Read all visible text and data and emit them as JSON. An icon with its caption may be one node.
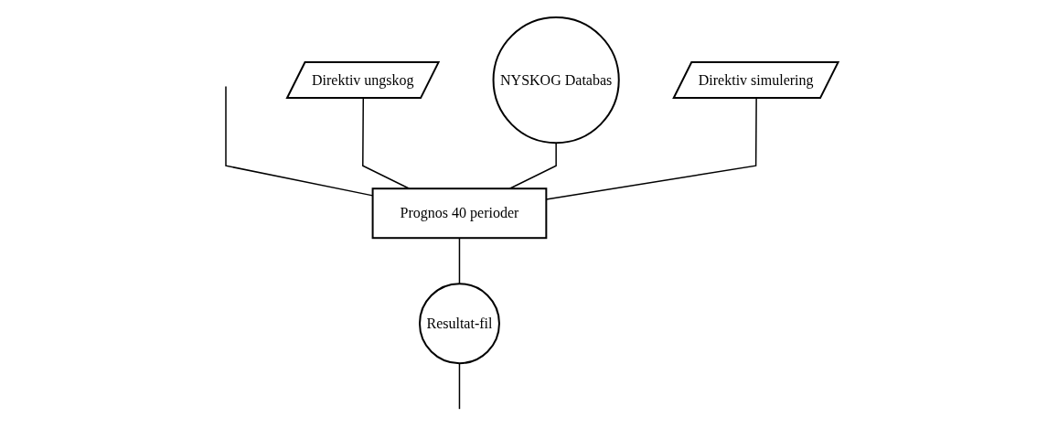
{
  "diagram": {
    "nodes": [
      {
        "text": [
          "Direktiv ungskog"
        ]
      },
      {
        "text": [
          "NYSKOG Databas"
        ]
      },
      {
        "text": [
          "Direktiv simulering"
        ]
      },
      {
        "text": [
          "Prognos 40 perioder"
        ]
      },
      {
        "text": [
          "Resultat-fil"
        ]
      }
    ],
    "edges": [
      {
        "from": null,
        "to": 3,
        "arrow": "none"
      },
      {
        "from": 0,
        "to": 3,
        "arrow": "none"
      },
      {
        "from": 1,
        "to": 3,
        "arrow": "none"
      },
      {
        "from": 2,
        "to": 3,
        "arrow": "none"
      },
      {
        "from": 3,
        "to": 4,
        "arrow": "none"
      },
      {
        "from": 4,
        "to": null,
        "arrow": "none"
      }
    ]
  }
}
